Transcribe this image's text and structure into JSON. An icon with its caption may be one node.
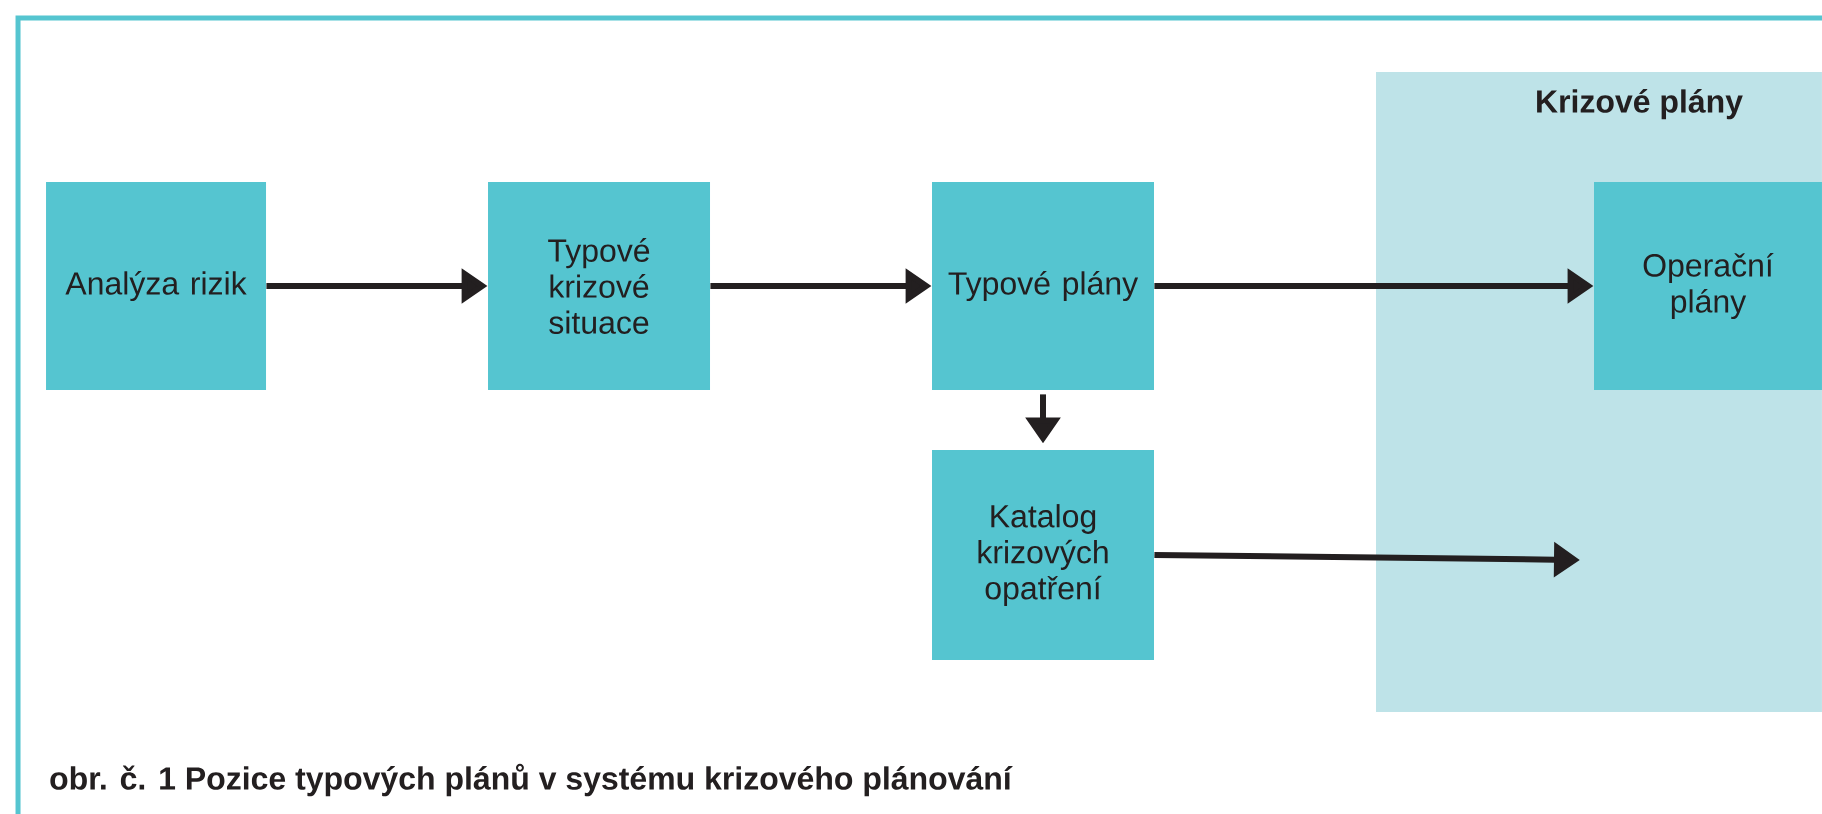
{
  "diagram": {
    "caption": "obr. č. 1 Pozice typových plánů v systému krizového plánování",
    "nodes": [
      {
        "text": [
          "Analýza rizik"
        ]
      },
      {
        "text": [
          "Typové krizové situace"
        ]
      },
      {
        "text": [
          "Typové plány"
        ]
      },
      {
        "text": [
          "Krizové plány"
        ]
      },
      {
        "text": [
          "Operační plány"
        ],
        "in": 3
      },
      {
        "text": [
          "Katalog krizových opatření"
        ]
      }
    ],
    "edges": [
      {
        "from": 0,
        "to": 1,
        "arrow": "to"
      },
      {
        "from": 1,
        "to": 2,
        "arrow": "to"
      },
      {
        "from": 2,
        "to": 4,
        "arrow": "to"
      },
      {
        "from": 2,
        "to": 5,
        "arrow": "to"
      },
      {
        "from": 5,
        "to": null,
        "arrow": "to"
      }
    ]
  }
}
